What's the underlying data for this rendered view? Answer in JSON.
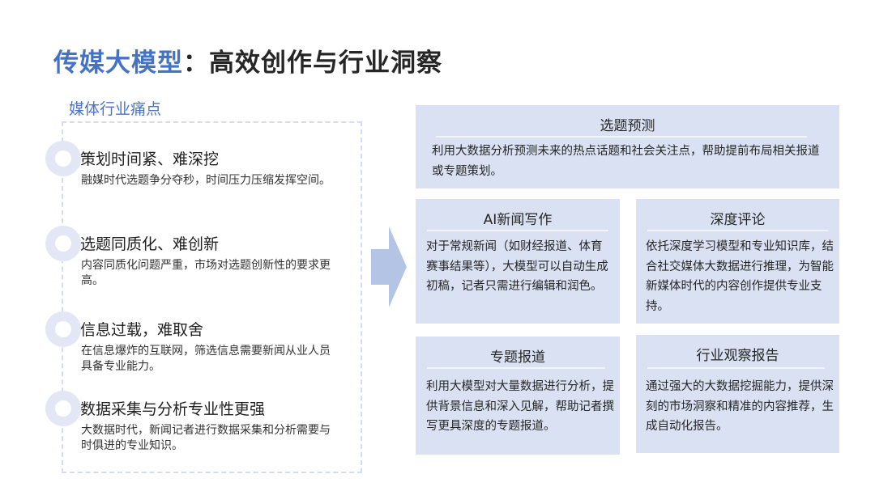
{
  "header": {
    "title_accent": "传媒大模型",
    "title_rest": "：高效创作与行业洞察"
  },
  "pain_points": {
    "label": "媒体行业痛点",
    "items": [
      {
        "title": "策划时间紧、难深挖",
        "desc": "融媒时代选题争分夺秒，时间压力压缩发挥空间。"
      },
      {
        "title": "选题同质化、难创新",
        "desc": "内容同质化问题严重，市场对选题创新性的要求更高。"
      },
      {
        "title": "信息过载，难取舍",
        "desc": "在信息爆炸的互联网，筛选信息需要新闻从业人员具备专业能力。"
      },
      {
        "title": "数据采集与分析专业性更强",
        "desc": "大数据时代，新闻记者进行数据采集和分析需要与时俱进的专业知识。"
      }
    ]
  },
  "arrow": {
    "icon": "right-arrow-icon",
    "color": "#b4c4e4"
  },
  "solutions": {
    "cards": [
      {
        "title": "选题预测",
        "desc": "利用大数据分析预测未来的热点话题和社会关注点，帮助提前布局相关报道或专题策划。"
      },
      {
        "title": "AI新闻写作",
        "desc": "对于常规新闻（如财经报道、体育赛事结果等），大模型可以自动生成初稿，记者只需进行编辑和润色。"
      },
      {
        "title": "深度评论",
        "desc": "依托深度学习模型和专业知识库，结合社交媒体大数据进行推理，为智能新媒体时代的内容创作提供专业支持。"
      },
      {
        "title": "专题报道",
        "desc": "利用大模型对大量数据进行分析，提供背景信息和深入见解，帮助记者撰写更具深度的专题报道。"
      },
      {
        "title": "行业观察报告",
        "desc": "通过强大的大数据挖掘能力，提供深刻的市场洞察和精准的内容推荐，生成自动化报告。"
      }
    ]
  },
  "colors": {
    "accent": "#4472c4",
    "card_bg": "#d9e1f2",
    "dashed_border": "#d6dcef"
  }
}
